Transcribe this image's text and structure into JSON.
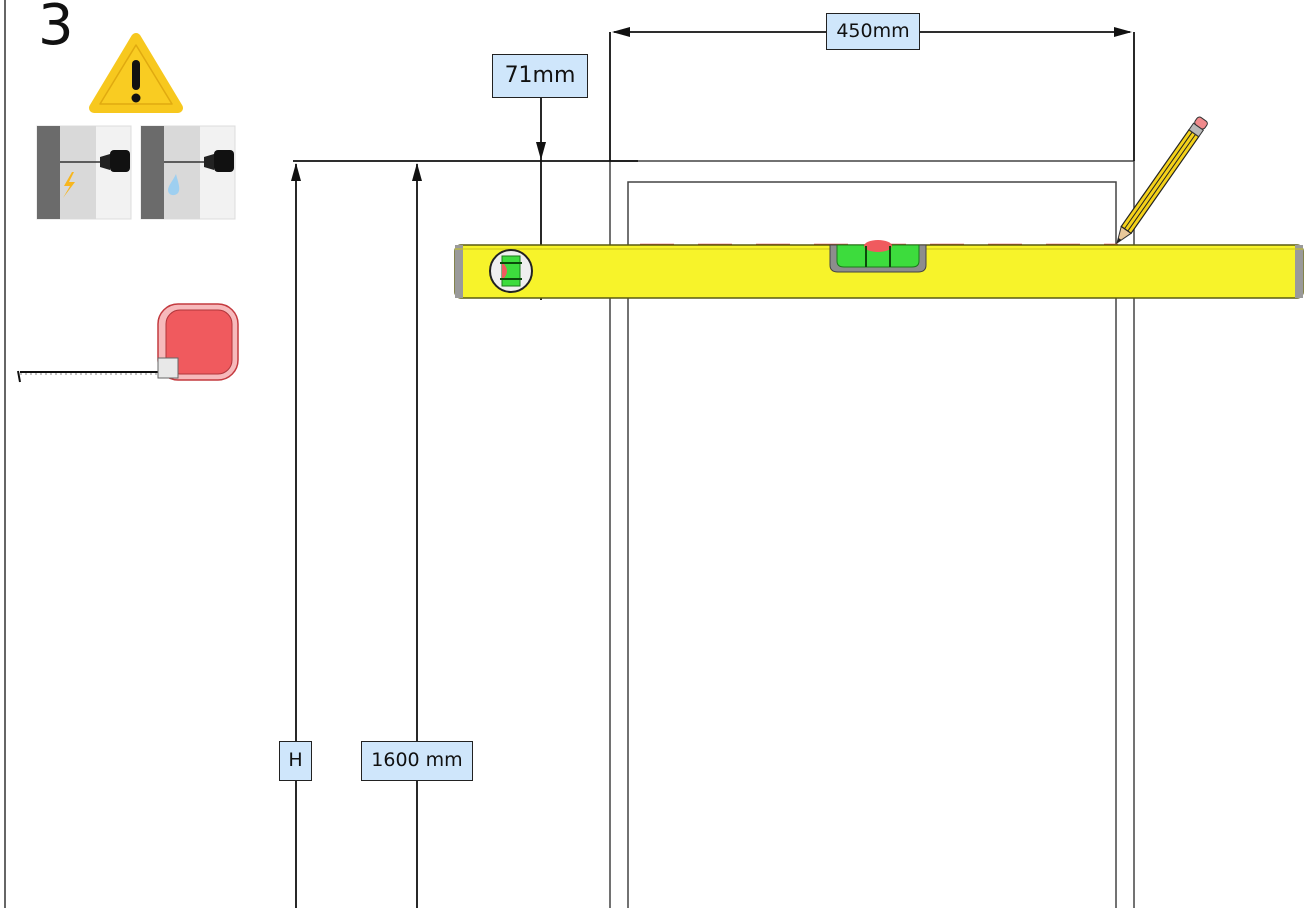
{
  "step_number": "3",
  "dimensions": {
    "bracket_spacing": "450mm",
    "offset_from_level": "71mm",
    "height_variable": "H",
    "mounting_height": "1600 mm"
  },
  "icons": {
    "warning": "warning-triangle-icon",
    "drill_electric": "drill-electric-cable-warning-icon",
    "drill_water": "drill-water-pipe-warning-icon",
    "tape_measure": "tape-measure-icon",
    "pencil": "pencil-icon",
    "spirit_level": "spirit-level-icon"
  },
  "colors": {
    "level_body": "#f7f32a",
    "level_vial": "#3ddc3d",
    "tape_measure": "#f0565a",
    "label_fill": "#cfe6fb",
    "warning": "#f7c81e",
    "mark_line": "#e2454a"
  }
}
